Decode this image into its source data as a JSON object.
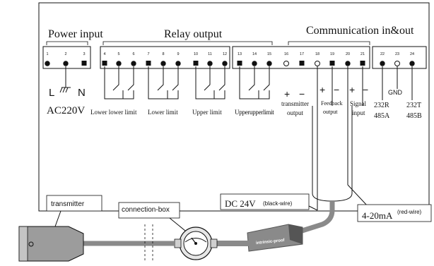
{
  "sections": {
    "power": "Power input",
    "relay": "Relay output",
    "comm": "Communication in&out"
  },
  "terminal_numbers": [
    "1",
    "2",
    "3",
    "4",
    "5",
    "6",
    "7",
    "8",
    "9",
    "10",
    "11",
    "12",
    "13",
    "14",
    "15",
    "16",
    "17",
    "18",
    "19",
    "20",
    "21",
    "22",
    "23",
    "24"
  ],
  "power_labels": {
    "live": "L",
    "neutral": "N",
    "voltage": "AC220V"
  },
  "relay_labels": [
    "Lower lower limit",
    "Lower limit",
    "Upper limit",
    "Upperupperlimit"
  ],
  "comm_labels": {
    "transmitter_line1": "transmitter",
    "transmitter_line2": "output",
    "feedback_line1": "Feedback",
    "feedback_line2": "output",
    "signal_line1": "Signal",
    "signal_line2": "input",
    "r232": "232R",
    "a485": "485A",
    "gnd": "GND",
    "t232": "232T",
    "b485": "485B"
  },
  "polarity": {
    "plus": "+",
    "minus": "−"
  },
  "field": {
    "transmitter": "transmitter",
    "connection_box": "connection-box",
    "dc_main": "DC 24V",
    "dc_note": "(black-wire)",
    "ma_main": "4-20mA",
    "ma_note": "(red-wire)",
    "explosion_proof": "intrinsic-proof"
  },
  "colors": {
    "line": "#111111",
    "cable": "#8a8a8a",
    "cable_dark": "#555555",
    "box_gray": "#b0b0b0"
  }
}
